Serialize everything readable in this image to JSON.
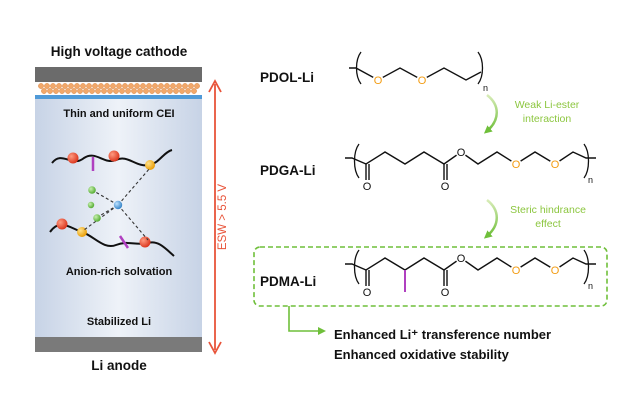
{
  "cell": {
    "cathode_label": "High voltage cathode",
    "cei_label": "Thin and uniform CEI",
    "solvation_label": "Anion-rich solvation",
    "stabilized_label": "Stabilized Li",
    "anode_label": "Li anode",
    "esw_label": "ESW > 5.5 V"
  },
  "polymers": [
    {
      "name": "PDOL-Li",
      "subscript": "n"
    },
    {
      "name": "PDGA-Li",
      "subscript": "n"
    },
    {
      "name": "PDMA-Li",
      "subscript": "n"
    }
  ],
  "transitions": {
    "first_line1": "Weak Li-ester",
    "first_line2": "interaction",
    "second_line1": "Steric hindrance",
    "second_line2": "effect"
  },
  "outcomes": {
    "line1": "Enhanced Li⁺ transference number",
    "line2": "Enhanced oxidative stability"
  },
  "atom_labels": {
    "oxygen": "O"
  },
  "colors": {
    "cathode": "#6b6b6b",
    "anode": "#7a7a7a",
    "cei": "#4f9ad8",
    "esw_arrow": "#e8543a",
    "transition_green": "#8cc63f",
    "oxygen": "#f39c12",
    "methyl": "#b040c0"
  }
}
